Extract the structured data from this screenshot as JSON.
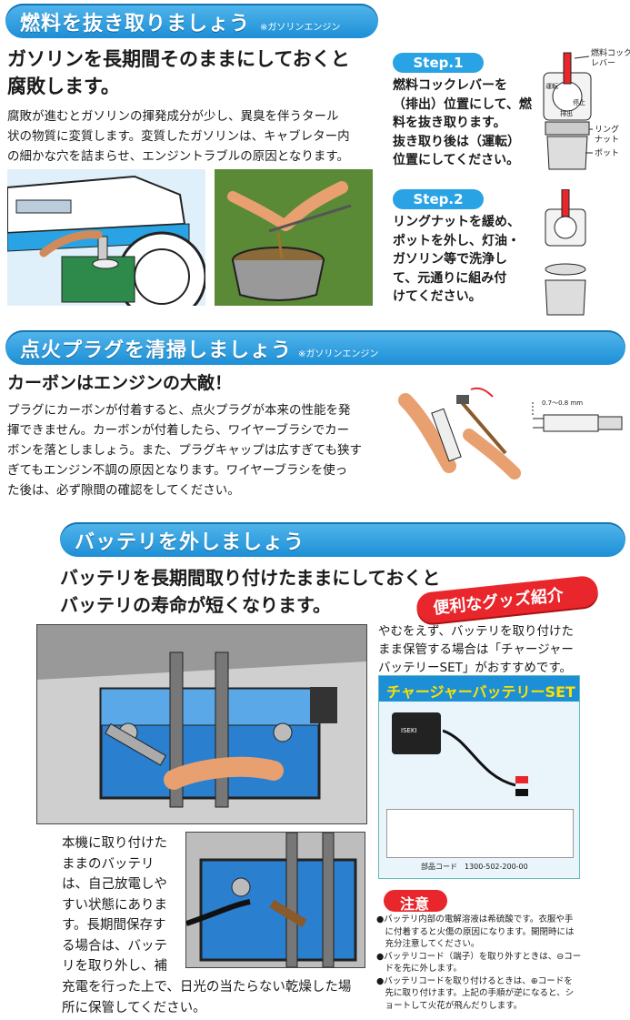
{
  "section1": {
    "title": "燃料を抜き取りましょう",
    "note": "※ガソリンエンジン",
    "lead": [
      "ガソリンを長期間そのままにしておくと",
      "腐敗します。"
    ],
    "body": [
      "腐敗が進むとガソリンの揮発成分が少し、異臭を伴うタール",
      "状の物質に変質します。変質したガソリンは、キャブレター内",
      "の細かな穴を詰まらせ、エンジントラブルの原因となります。"
    ],
    "step1": {
      "label": "Step.1",
      "lines": [
        "燃料コックレバーを",
        "（排出）位置にして、燃",
        "料を抜き取ります。",
        "抜き取り後は（運転）",
        "位置にしてください。"
      ]
    },
    "step2": {
      "label": "Step.2",
      "lines": [
        "リングナットを緩め、",
        "ポットを外し、灯油・",
        "ガソリン等で洗浄し",
        "て、元通りに組み付",
        "けてください。"
      ]
    },
    "diagram_labels": {
      "cock": "燃料コック\nレバー",
      "run": "運転",
      "stop": "停止",
      "drain": "排出",
      "ring": "リング\nナット",
      "pot": "ポット"
    }
  },
  "section2": {
    "title": "点火プラグを清掃しましょう",
    "note": "※ガソリンエンジン",
    "lead": "カーボンはエンジンの大敵！",
    "body": [
      "プラグにカーボンが付着すると、点火プラグが本来の性能を発",
      "揮できません。カーボンが付着したら、ワイヤーブラシでカー",
      "ボンを落としましょう。また、プラグキャップは広すぎても狭す",
      "ぎてもエンジン不調の原因となります。ワイヤーブラシを使っ",
      "た後は、必ず隙間の確認をしてください。"
    ],
    "gap": "0.7〜0.8 mm"
  },
  "section3": {
    "title": "バッテリを外しましょう",
    "lead": [
      "バッテリを長期間取り付けたままにしておくと",
      "バッテリの寿命が短くなります。"
    ],
    "badge": "便利なグッズ紹介",
    "goods_text": [
      "やむをえず、バッテリを取り付けた",
      "まま保管する場合は「チャージャー",
      "バッテリーSET」がおすすめです。"
    ],
    "product": {
      "title": "チャージャーバッテリーSET",
      "brand": "ISEKI",
      "code": "部品コード　1300-502-200-00"
    },
    "body": [
      "本機に取り付けた",
      "ままのバッテリ",
      "は、自己放電しや",
      "すい状態にありま",
      "す。長期間保存す",
      "る場合は、バッテ",
      "リを取り外し、補"
    ],
    "body_wide": [
      "充電を行った上で、日光の当たらない乾燥した場",
      "所に保管してください。"
    ],
    "caution_title": "注意",
    "cautions": [
      "●バッテリ内部の電解溶液は希硫酸です。衣服や手\n　に付着すると火傷の原因になります。開閉時には\n　充分注意してください。",
      "●バッテリコード（端子）を取り外すときは、⊖コー\n　ドを先に外します。",
      "●バッテリコードを取り付けるときは、⊕コードを\n　先に取り付けます。上記の手順が逆になると、シ\n　ョートして火花が飛んだりします。"
    ]
  },
  "colors": {
    "banner": "#2a9fe0",
    "accent": "#e8262b",
    "step": "#29a3e4"
  }
}
